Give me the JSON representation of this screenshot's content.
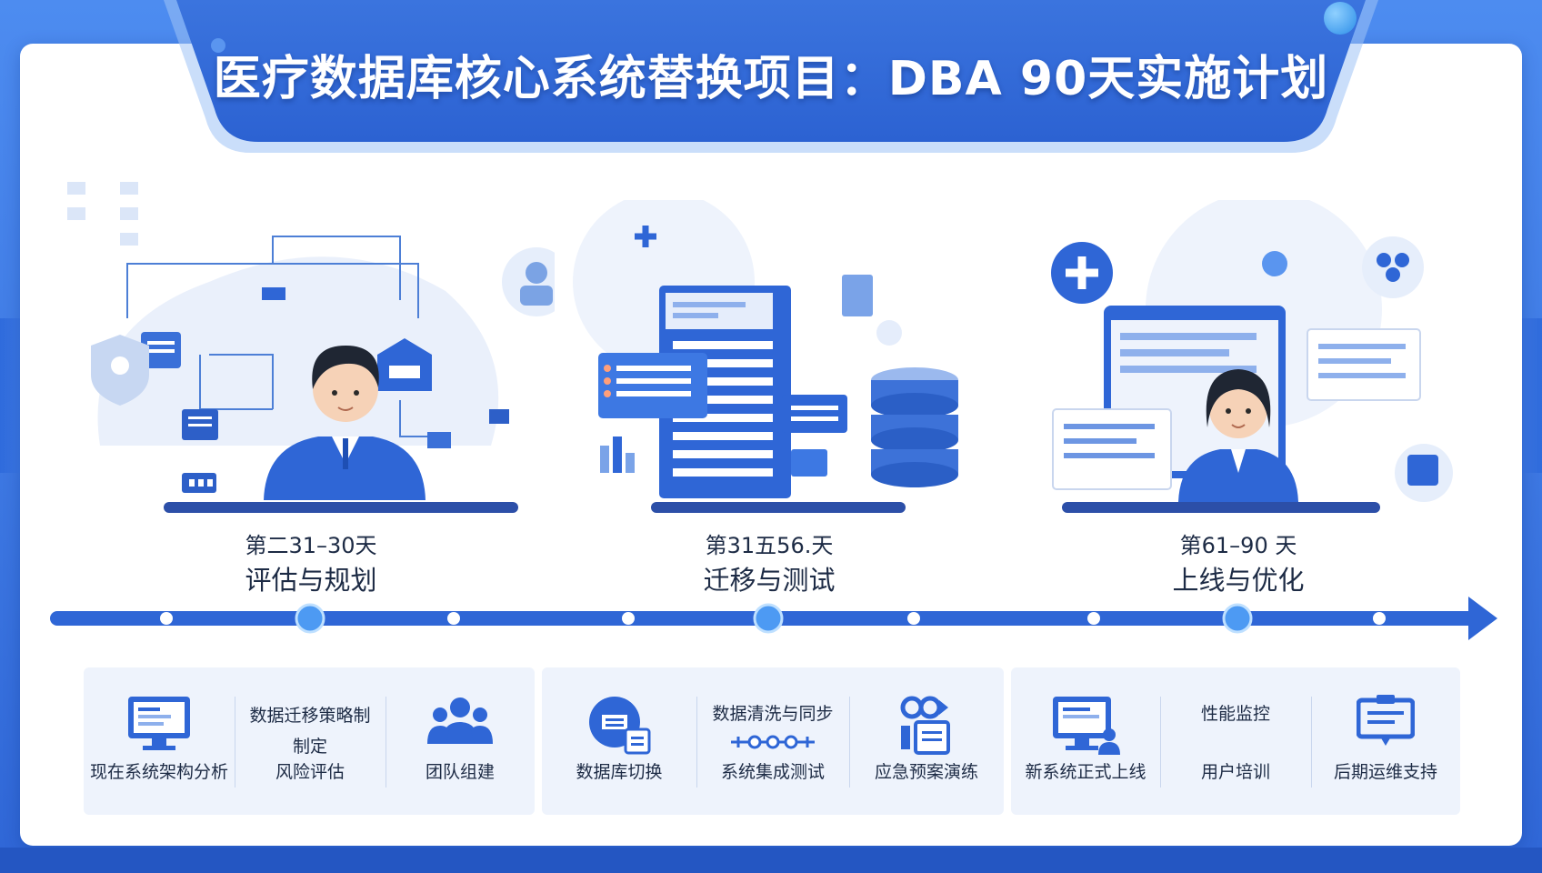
{
  "title": "医疗数据库核心系统替换项目：DBA 90天实施计划",
  "colors": {
    "primary": "#2f66d6",
    "accent": "#4d8cf0",
    "text": "#1d2b45",
    "panel": "#eef3fc"
  },
  "phases": [
    {
      "day": "第二31–30天",
      "name": "评估与规划"
    },
    {
      "day": "第31五56.天",
      "name": "迁移与测试"
    },
    {
      "day": "第61–90 天",
      "name": "上线与优化"
    }
  ],
  "tasks": [
    {
      "icon": "monitor-icon",
      "label": "现在系统架构分析"
    },
    {
      "icon": "",
      "label_top": "数据迁移策略制\n制定",
      "label": "风险评估"
    },
    {
      "icon": "team-icon",
      "label": "团队组建"
    },
    {
      "icon": "database-switch-icon",
      "label": "数据库切换"
    },
    {
      "icon": "sync-icon",
      "label_top": "数据清洗与同步",
      "label": "系统集成测试"
    },
    {
      "icon": "emergency-drill-icon",
      "label": "应急预案演练"
    },
    {
      "icon": "launch-icon",
      "label": "新系统正式上线"
    },
    {
      "icon": "",
      "label_top": "性能监控",
      "label": "用户培训"
    },
    {
      "icon": "support-icon",
      "label": "后期运维支持"
    }
  ]
}
